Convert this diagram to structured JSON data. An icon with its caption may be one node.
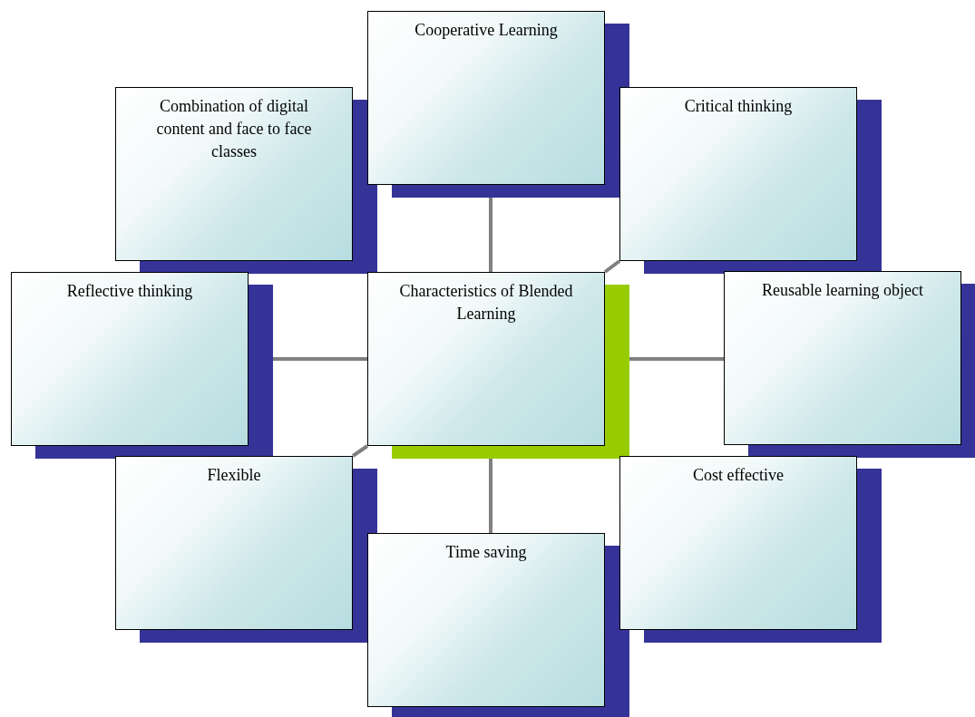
{
  "diagram": {
    "nodes": [
      {
        "text": [
          "Cooperative Learning"
        ]
      },
      {
        "text": [
          "Combination of digital content and face to face classes"
        ]
      },
      {
        "text": [
          "Critical thinking"
        ]
      },
      {
        "text": [
          "Reflective thinking"
        ]
      },
      {
        "text": [
          "Characteristics of Blended Learning"
        ]
      },
      {
        "text": [
          "Reusable learning object"
        ]
      },
      {
        "text": [
          "Flexible"
        ]
      },
      {
        "text": [
          "Cost effective"
        ]
      },
      {
        "text": [
          "Time saving"
        ]
      }
    ],
    "edges": [
      {
        "from": 4,
        "to": 0,
        "arrow": "none"
      },
      {
        "from": 4,
        "to": 2,
        "arrow": "none"
      },
      {
        "from": 4,
        "to": 3,
        "arrow": "none"
      },
      {
        "from": 4,
        "to": 5,
        "arrow": "none"
      },
      {
        "from": 4,
        "to": 6,
        "arrow": "none"
      },
      {
        "from": 4,
        "to": 8,
        "arrow": "none"
      }
    ]
  }
}
